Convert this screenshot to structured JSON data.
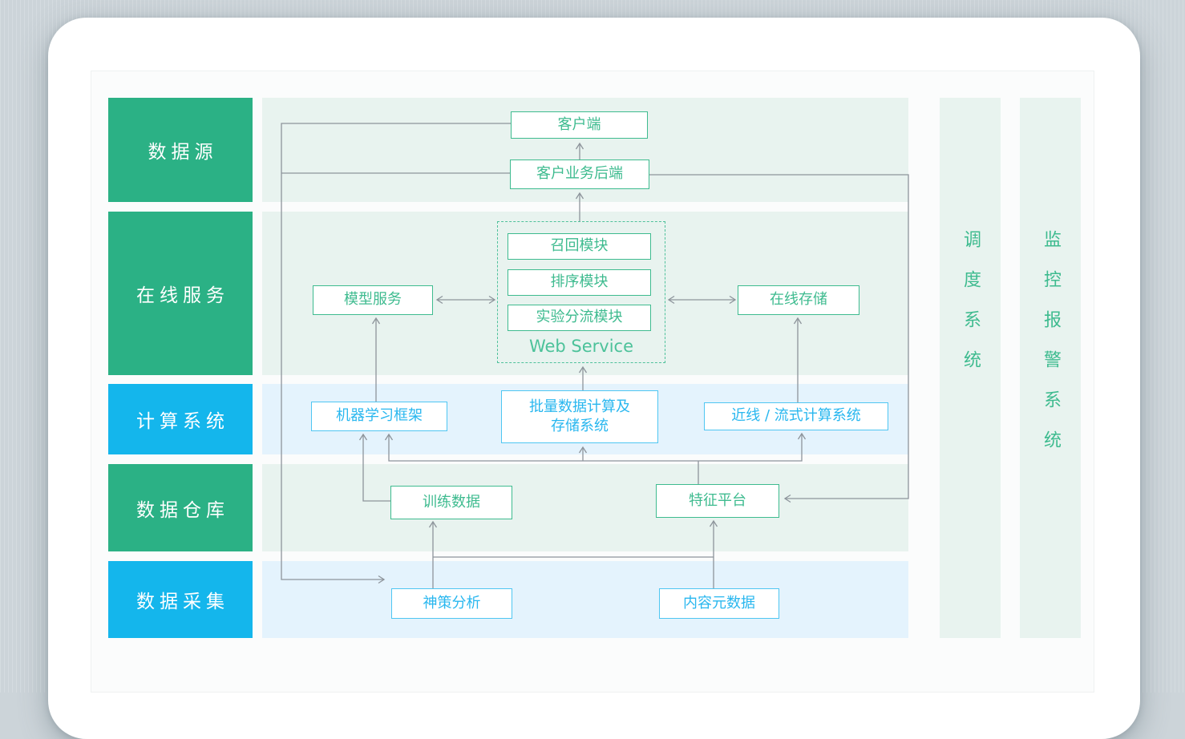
{
  "rows": [
    {
      "label": "数据源",
      "tone": "green"
    },
    {
      "label": "在线服务",
      "tone": "green"
    },
    {
      "label": "计算系统",
      "tone": "blue"
    },
    {
      "label": "数据仓库",
      "tone": "green"
    },
    {
      "label": "数据采集",
      "tone": "blue"
    }
  ],
  "side_columns": [
    {
      "label": "调度系统"
    },
    {
      "label": "监控报警系统"
    }
  ],
  "nodes": {
    "client": {
      "label": "客户端"
    },
    "client_backend": {
      "label": "客户业务后端"
    },
    "recall_module": {
      "label": "召回模块"
    },
    "ranking_module": {
      "label": "排序模块"
    },
    "experiment_module": {
      "label": "实验分流模块"
    },
    "web_service": {
      "label": "Web Service"
    },
    "model_service": {
      "label": "模型服务"
    },
    "online_storage": {
      "label": "在线存储"
    },
    "ml_framework": {
      "label": "机器学习框架"
    },
    "batch_compute": {
      "label_line1": "批量数据计算及",
      "label_line2": "存储系统"
    },
    "nearline_compute": {
      "label": "近线 / 流式计算系统"
    },
    "training_data": {
      "label": "训练数据"
    },
    "feature_platform": {
      "label": "特征平台"
    },
    "sensors_analytics": {
      "label": "神策分析"
    },
    "content_metadata": {
      "label": "内容元数据"
    }
  },
  "colors": {
    "page_background": "#ccd4d9",
    "card_background": "#ffffff",
    "row_label_green": "#2bb185",
    "row_label_blue": "#14b6ec",
    "band_green": "#e8f3ef",
    "band_blue": "#e4f3fd",
    "node_green": "#3ebb8f",
    "node_blue": "#29b7ef",
    "connector_gray": "#8d949b"
  }
}
